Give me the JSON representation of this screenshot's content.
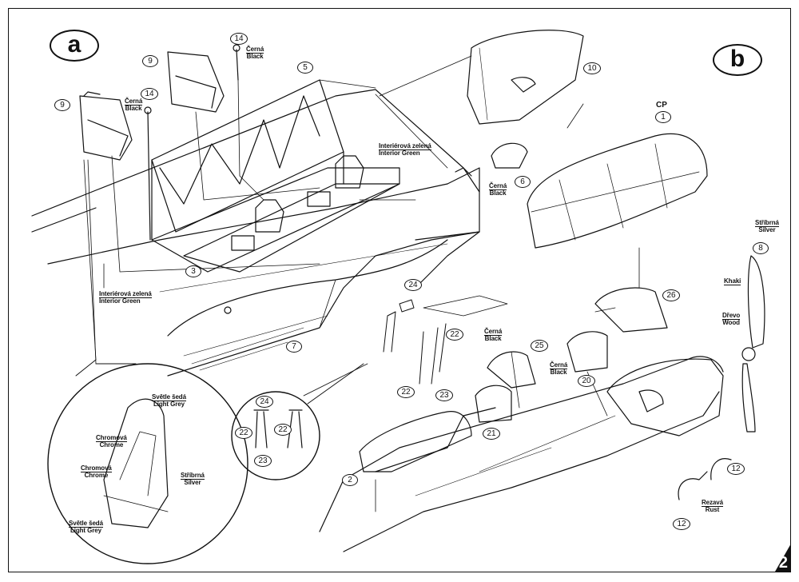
{
  "sections": {
    "a": "a",
    "b": "b"
  },
  "cp": "CP",
  "page_number": "2",
  "part_numbers": {
    "p1": "1",
    "p2": "2",
    "p3": "3",
    "p5": "5",
    "p6": "6",
    "p7": "7",
    "p8": "8",
    "p9a": "9",
    "p9b": "9",
    "p10": "10",
    "p12a": "12",
    "p12b": "12",
    "p14a": "14",
    "p14b": "14",
    "p20": "20",
    "p21": "21",
    "p22a": "22",
    "p22b": "22",
    "p22c": "22",
    "p22d": "22",
    "p23a": "23",
    "p23b": "23",
    "p24a": "24",
    "p24b": "24",
    "p25": "25",
    "p26": "26"
  },
  "paint": {
    "black_cz": "Černá",
    "black_en": "Black",
    "interior_cz": "Interiérová zelená",
    "interior_en": "Interior Green",
    "silver_cz": "Stříbrná",
    "silver_en": "Silver",
    "khaki": "Khaki",
    "wood_cz": "Dřevo",
    "wood_en": "Wood",
    "rust_cz": "Rezavá",
    "rust_en": "Rust",
    "chrome_cz": "Chromová",
    "chrome_en": "Chrome",
    "lightgrey_cz": "Světle šedá",
    "lightgrey_en": "Light Grey"
  }
}
